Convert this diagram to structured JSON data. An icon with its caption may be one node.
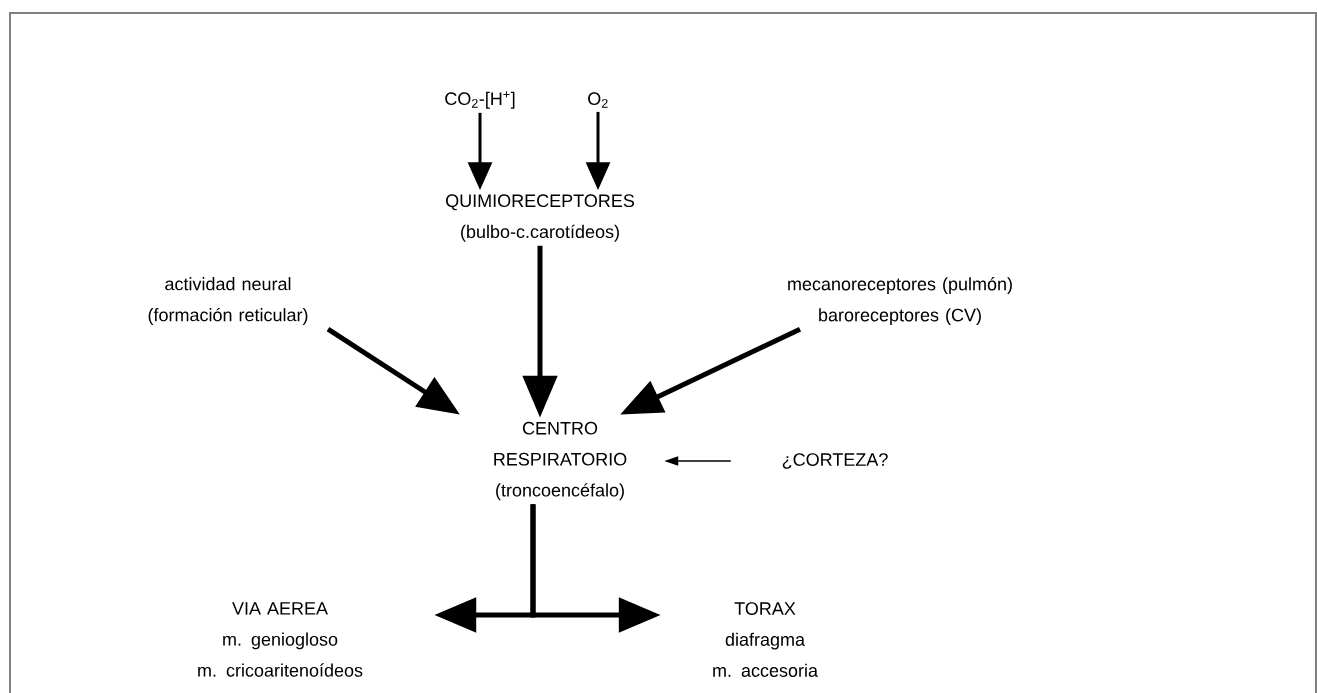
{
  "diagram": {
    "nodes": [
      {
        "text": [
          "CO$_{2}$-[H$^{+}$]"
        ]
      },
      {
        "text": [
          "O$_{2}$"
        ]
      },
      {
        "text": [
          "QUIMIORECEPTORES",
          "(bulbo-c.carotídeos)"
        ]
      },
      {
        "text": [
          "actividad neural",
          "(formación reticular)"
        ]
      },
      {
        "text": [
          "mecanoreceptores (pulmón)",
          "baroreceptores (CV)"
        ]
      },
      {
        "text": [
          "CENTRO RESPIRATORIO",
          "(troncoencéfalo)"
        ]
      },
      {
        "text": [
          "¿CORTEZA?"
        ]
      },
      {
        "text": [
          "VIA AEREA",
          "m. geniogloso",
          "m. cricoaritenoídeos"
        ]
      },
      {
        "text": [
          "TORAX",
          "diafragma",
          "m. accesoria"
        ]
      }
    ],
    "edges": [
      {
        "from": 0,
        "to": 2,
        "arrow": "to"
      },
      {
        "from": 1,
        "to": 2,
        "arrow": "to"
      },
      {
        "from": 2,
        "to": 5,
        "arrow": "to"
      },
      {
        "from": 3,
        "to": 5,
        "arrow": "to"
      },
      {
        "from": 4,
        "to": 5,
        "arrow": "to"
      },
      {
        "from": 6,
        "to": 5,
        "arrow": "to"
      },
      {
        "from": 5,
        "to": 7,
        "arrow": "to"
      },
      {
        "from": 5,
        "to": 8,
        "arrow": "to"
      }
    ]
  }
}
